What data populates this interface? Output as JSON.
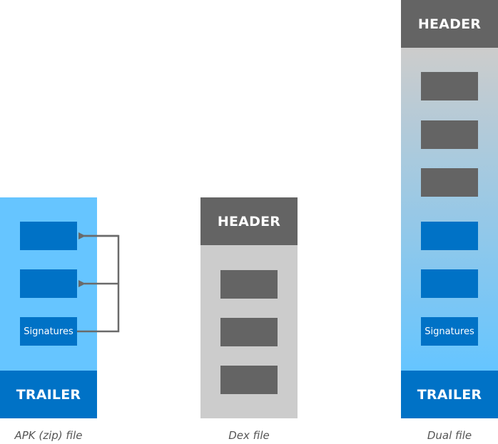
{
  "colors": {
    "light_blue": "#66c5ff",
    "dark_blue": "#0072c6",
    "dark_gray": "#646464",
    "light_gray": "#cccccc",
    "arrow_gray": "#6a6a6a",
    "caption_text": "#555555"
  },
  "apk": {
    "signatures_label": "Signatures",
    "trailer_label": "TRAILER",
    "caption": "APK (zip) file"
  },
  "dex": {
    "header_label": "HEADER",
    "caption": "Dex file"
  },
  "dual": {
    "header_label": "HEADER",
    "signatures_label": "Signatures",
    "trailer_label": "TRAILER",
    "caption": "Dual file"
  }
}
